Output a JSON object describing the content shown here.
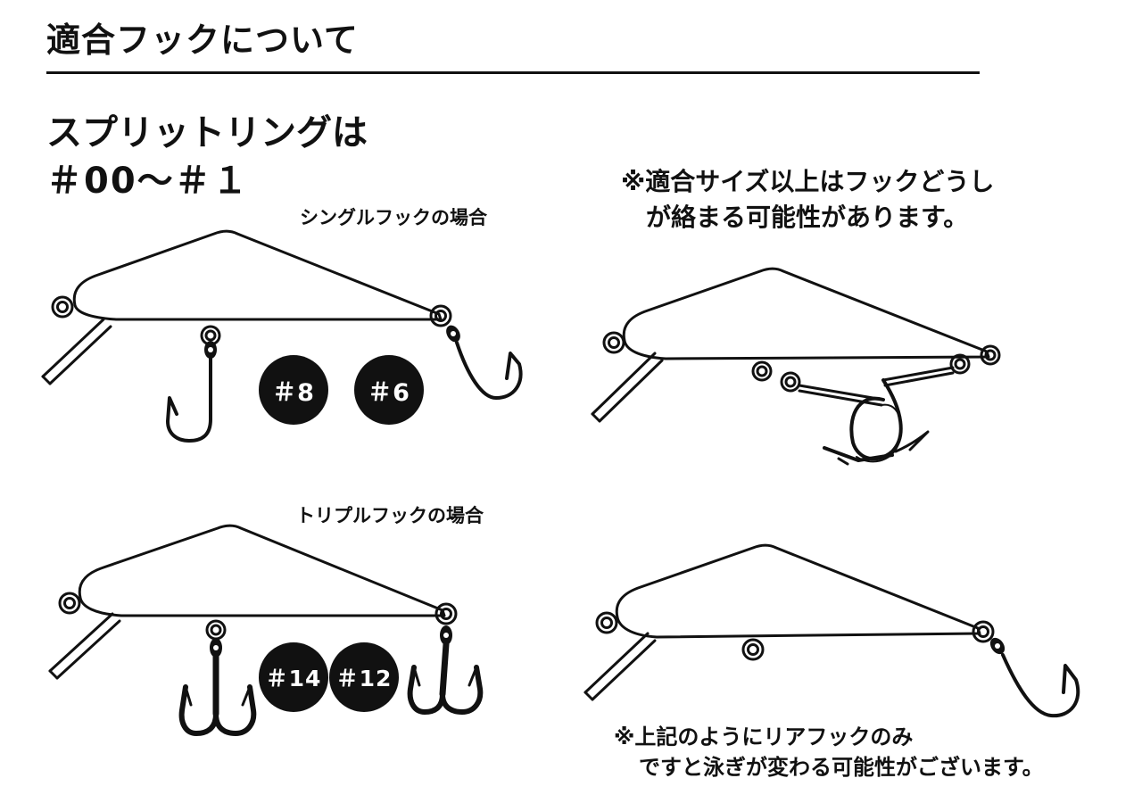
{
  "header": {
    "title": "適合フックについて"
  },
  "split_ring": {
    "line1": "スプリットリングは",
    "line2": "＃00〜＃１"
  },
  "single_hook": {
    "label": "シングルフックの場合",
    "sizes": [
      "＃8",
      "＃6"
    ]
  },
  "triple_hook": {
    "label": "トリプルフックの場合",
    "sizes": [
      "＃14",
      "＃12"
    ]
  },
  "warning": {
    "line1": "※適合サイズ以上はフックどうし",
    "line2": "が絡まる可能性があります。"
  },
  "note": {
    "line1": "※上記のようにリアフックのみ",
    "line2": "ですと泳ぎが変わる可能性がございます。"
  },
  "colors": {
    "ink": "#111111",
    "paper": "#ffffff"
  }
}
